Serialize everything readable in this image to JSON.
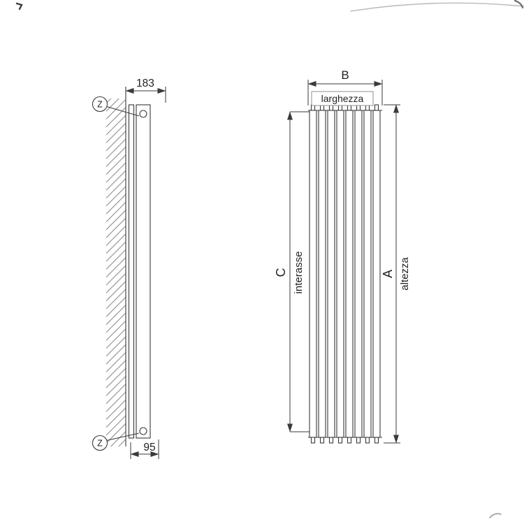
{
  "figure": {
    "line_color": "#3a3a3a",
    "views": {
      "side": {
        "depth_dimension": "183",
        "offset_dimension": "95",
        "connection_marker": "Z"
      },
      "front": {
        "width_letter": "B",
        "width_caption": "larghezza",
        "axis_letter": "C",
        "axis_caption": "interasse",
        "height_letter": "A",
        "height_caption": "altezza"
      }
    }
  }
}
